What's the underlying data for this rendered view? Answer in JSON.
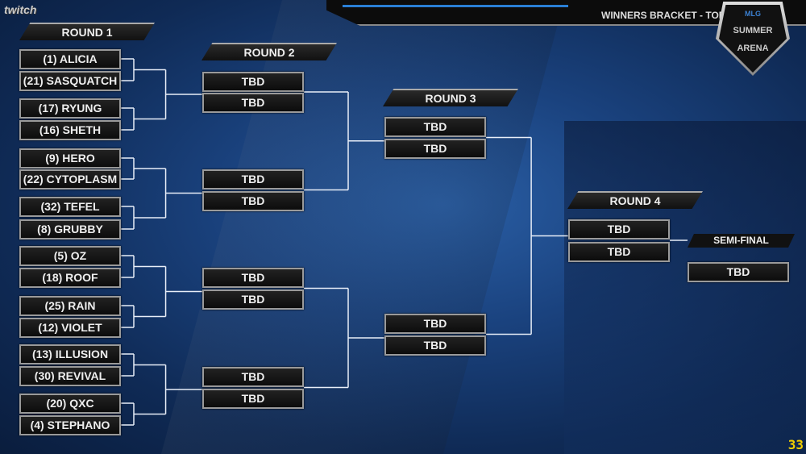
{
  "stream": {
    "platform": "twitch",
    "score": "33"
  },
  "header": {
    "title": "WINNERS BRACKET - TOP",
    "logo": {
      "brand": "MLG",
      "line1": "SUMMER",
      "line2": "ARENA"
    }
  },
  "rounds": [
    {
      "label": "ROUND 1",
      "players": [
        "(1) ALICIA",
        "(21) SASQUATCH",
        "(17) RYUNG",
        "(16) SHETH",
        "(9) HERO",
        "(22) CYTOPLASM",
        "(32) TEFEL",
        "(8) GRUBBY",
        "(5) OZ",
        "(18) ROOF",
        "(25) RAIN",
        "(12) VIOLET",
        "(13) ILLUSION",
        "(30) REVIVAL",
        "(20) QXC",
        "(4) STEPHANO"
      ]
    },
    {
      "label": "ROUND 2",
      "players": [
        "TBD",
        "TBD",
        "TBD",
        "TBD",
        "TBD",
        "TBD",
        "TBD",
        "TBD"
      ]
    },
    {
      "label": "ROUND 3",
      "players": [
        "TBD",
        "TBD",
        "TBD",
        "TBD"
      ]
    },
    {
      "label": "ROUND 4",
      "players": [
        "TBD",
        "TBD"
      ]
    }
  ],
  "semi_final": {
    "label": "SEMI-FINAL",
    "player": "TBD"
  },
  "colors": {
    "accent": "#2a7fd6",
    "score": "#f3d000"
  }
}
